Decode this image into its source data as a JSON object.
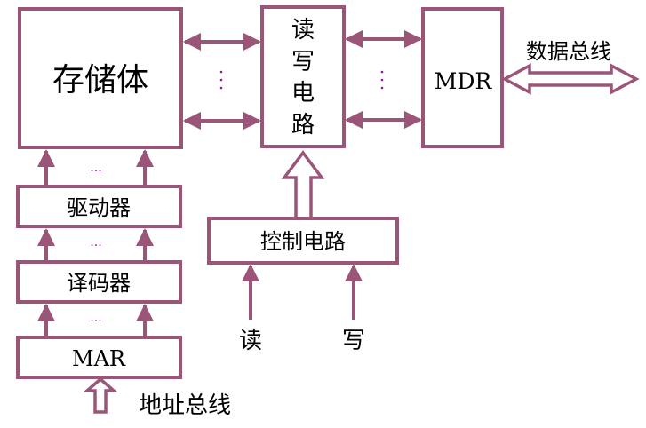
{
  "colors": {
    "stroke": "#9b5578",
    "dots": "#8b1a9a",
    "text": "#000000"
  },
  "blocks": {
    "memory": "存储体",
    "rw_circuit": [
      "读",
      "写",
      "电",
      "路"
    ],
    "mdr": "MDR",
    "driver": "驱动器",
    "decoder": "译码器",
    "mar": "MAR",
    "control": "控制电路"
  },
  "labels": {
    "data_bus": "数据总线",
    "address_bus": "地址总线",
    "read": "读",
    "write": "写"
  },
  "ellipsis": {
    "horizontal": "···",
    "vertical": "⋮"
  }
}
